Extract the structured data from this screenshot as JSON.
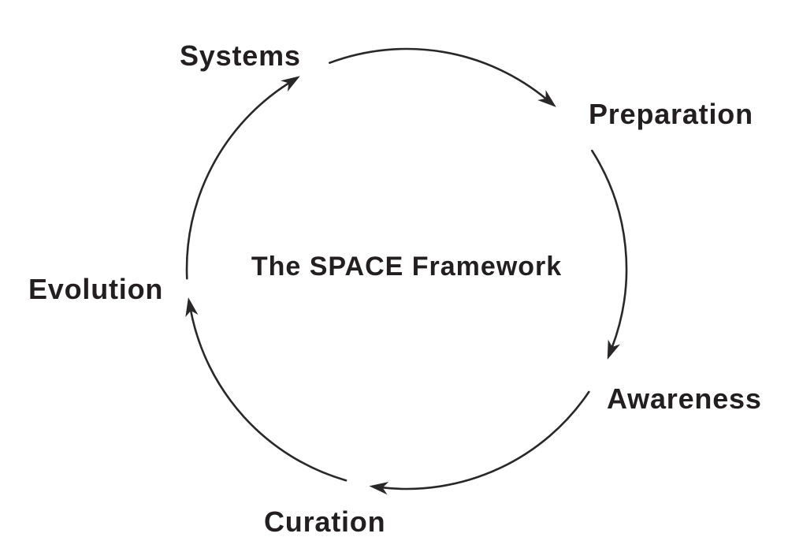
{
  "diagram": {
    "title": "The SPACE Framework",
    "type": "cycle",
    "direction": "clockwise",
    "nodes": [
      {
        "id": "systems",
        "label": "Systems",
        "position": "top-left"
      },
      {
        "id": "preparation",
        "label": "Preparation",
        "position": "top-right"
      },
      {
        "id": "awareness",
        "label": "Awareness",
        "position": "bottom-right"
      },
      {
        "id": "curation",
        "label": "Curation",
        "position": "bottom"
      },
      {
        "id": "evolution",
        "label": "Evolution",
        "position": "left"
      }
    ],
    "edges": [
      {
        "from": "Systems",
        "to": "Preparation"
      },
      {
        "from": "Preparation",
        "to": "Awareness"
      },
      {
        "from": "Awareness",
        "to": "Curation"
      },
      {
        "from": "Curation",
        "to": "Evolution"
      },
      {
        "from": "Evolution",
        "to": "Systems"
      }
    ],
    "colors": {
      "text": "#231f20",
      "arrow": "#2a2728",
      "background": "#ffffff"
    }
  }
}
